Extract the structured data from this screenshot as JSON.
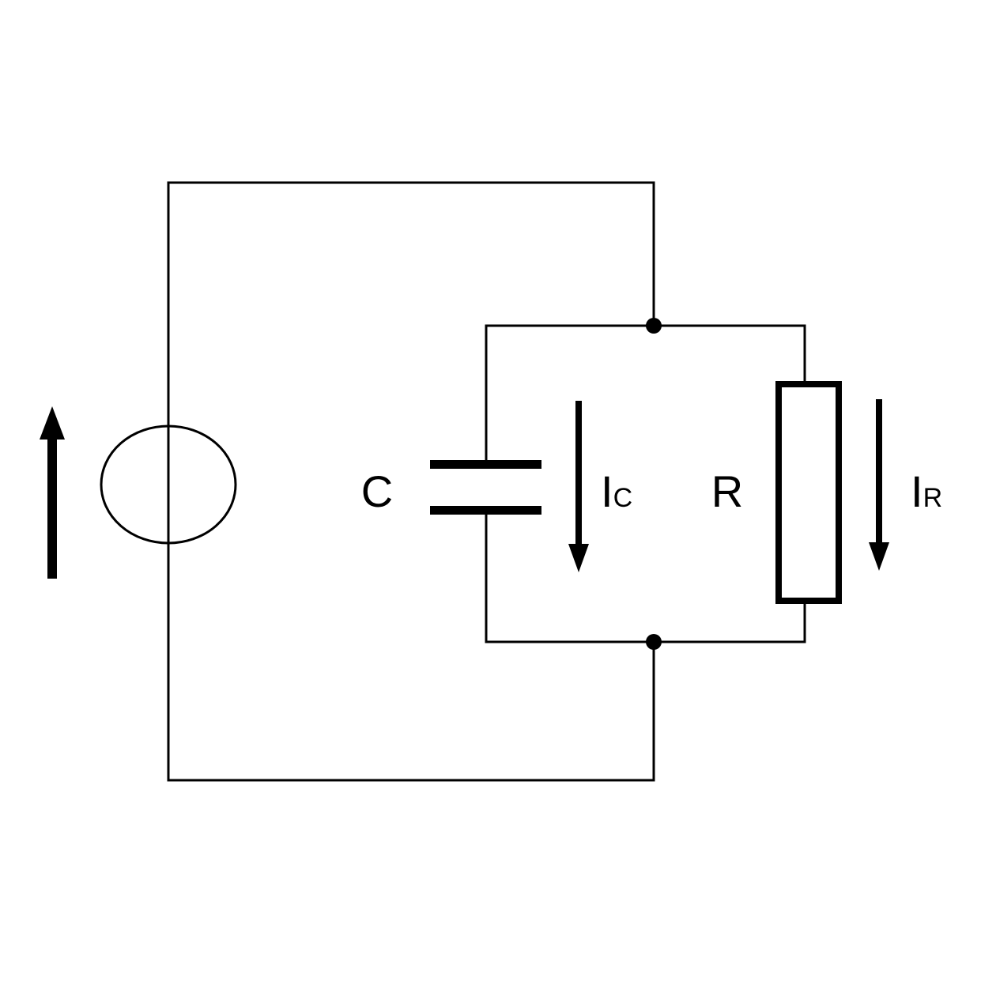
{
  "capacitor": {
    "label": "C"
  },
  "resistor": {
    "label": "R"
  },
  "capacitor_current": {
    "symbol": "I",
    "subscript": "C"
  },
  "resistor_current": {
    "symbol": "I",
    "subscript": "R"
  },
  "colors": {
    "stroke": "#000000",
    "background": "#ffffff"
  }
}
